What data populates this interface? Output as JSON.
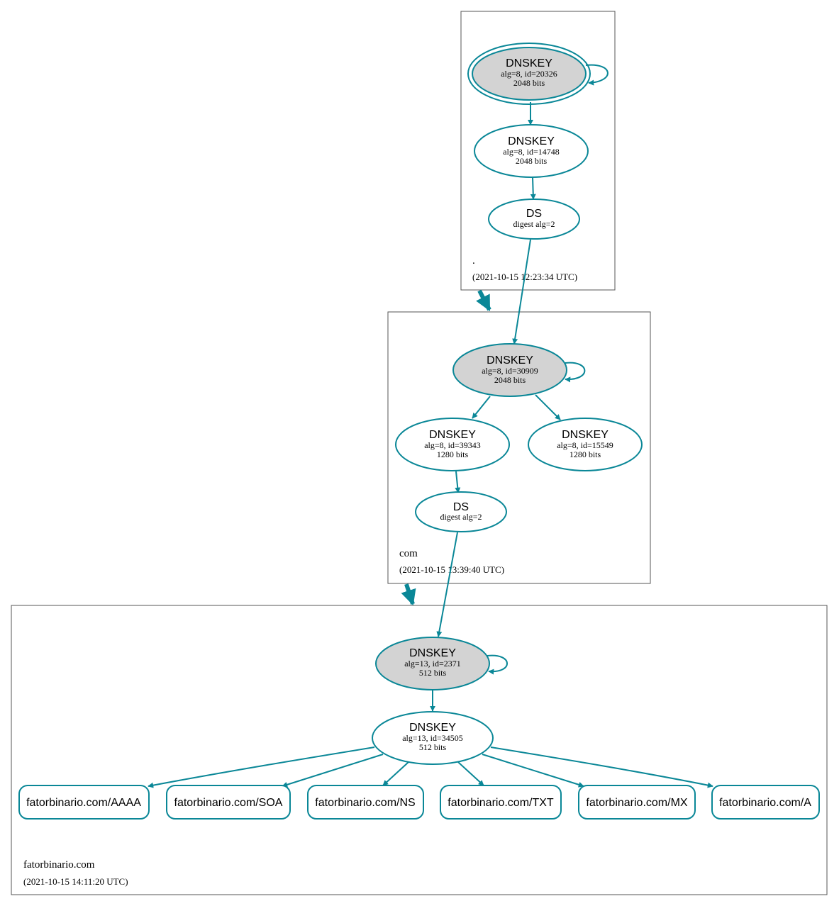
{
  "colors": {
    "edge": "#0a8797",
    "sep_fill": "#d3d3d3",
    "zone_border": "#555555"
  },
  "zones": {
    "root": {
      "name": ".",
      "time": "(2021-10-15 12:23:34 UTC)"
    },
    "com": {
      "name": "com",
      "time": "(2021-10-15 13:39:40 UTC)"
    },
    "fatorbinario": {
      "name": "fatorbinario.com",
      "time": "(2021-10-15 14:11:20 UTC)"
    }
  },
  "nodes": {
    "root_ksk": {
      "title": "DNSKEY",
      "line1": "alg=8, id=20326",
      "line2": "2048 bits"
    },
    "root_zsk": {
      "title": "DNSKEY",
      "line1": "alg=8, id=14748",
      "line2": "2048 bits"
    },
    "root_ds": {
      "title": "DS",
      "line1": "digest alg=2"
    },
    "com_ksk": {
      "title": "DNSKEY",
      "line1": "alg=8, id=30909",
      "line2": "2048 bits"
    },
    "com_zsk1": {
      "title": "DNSKEY",
      "line1": "alg=8, id=39343",
      "line2": "1280 bits"
    },
    "com_zsk2": {
      "title": "DNSKEY",
      "line1": "alg=8, id=15549",
      "line2": "1280 bits"
    },
    "com_ds": {
      "title": "DS",
      "line1": "digest alg=2"
    },
    "fb_ksk": {
      "title": "DNSKEY",
      "line1": "alg=13, id=2371",
      "line2": "512 bits"
    },
    "fb_zsk": {
      "title": "DNSKEY",
      "line1": "alg=13, id=34505",
      "line2": "512 bits"
    }
  },
  "records": [
    "fatorbinario.com/AAAA",
    "fatorbinario.com/SOA",
    "fatorbinario.com/NS",
    "fatorbinario.com/TXT",
    "fatorbinario.com/MX",
    "fatorbinario.com/A"
  ]
}
